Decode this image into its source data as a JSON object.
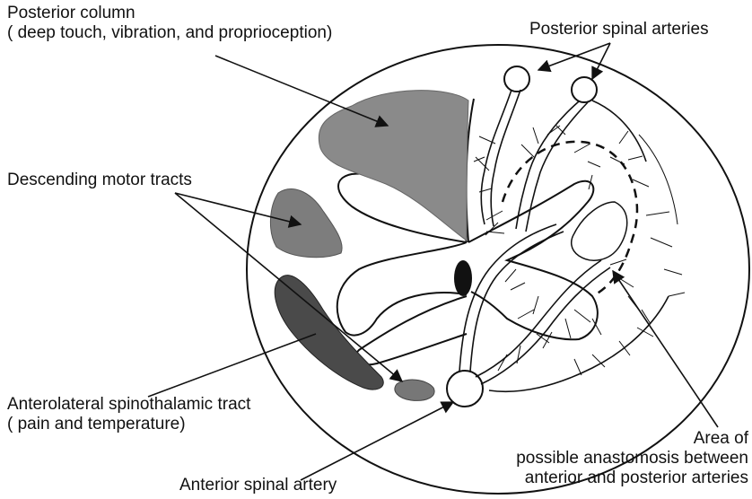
{
  "labels": {
    "posterior_column": {
      "title": "Posterior column",
      "detail": "( deep touch, vibration, and proprioception)"
    },
    "posterior_spinal_arteries": "Posterior spinal arteries",
    "descending_motor_tracts": "Descending motor tracts",
    "anterolateral_tract": {
      "title": "Anterolateral spinothalamic tract",
      "detail": "( pain and temperature)"
    },
    "anterior_spinal_artery": "Anterior spinal artery",
    "anastomosis": {
      "line1": "Area of",
      "line2": "possible anastomosis between",
      "line3": "anterior and posterior arteries"
    }
  },
  "colors": {
    "ink": "#111111",
    "posterior_column_fill": "#8a8a8a",
    "motor_tract_fill": "#7d7d7d",
    "spinothalamic_fill": "#4a4a4a",
    "central_canal_fill": "#111111"
  }
}
